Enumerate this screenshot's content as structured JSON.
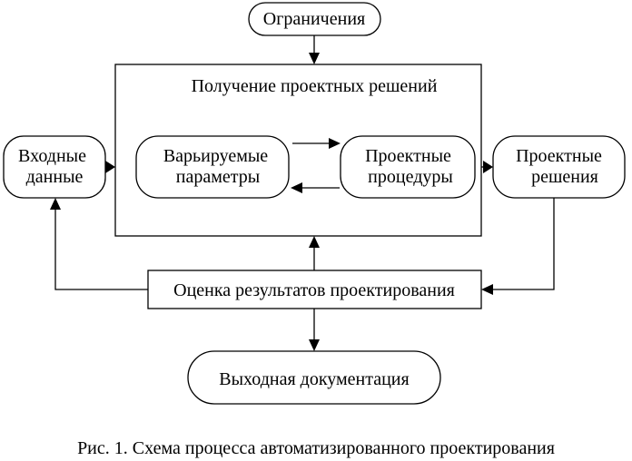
{
  "diagram": {
    "constraints": "Ограничения",
    "main_block_title": "Получение проектных решений",
    "input_data": [
      "Входные",
      "данные"
    ],
    "varied_parameters": [
      "Варьируемые",
      "параметры"
    ],
    "design_procedures": [
      "Проектные",
      "процедуры"
    ],
    "design_decisions": [
      "Проектные",
      "решения"
    ],
    "evaluation": "Оценка результатов проектирования",
    "output_documentation": "Выходная документация"
  },
  "caption": "Рис. 1. Схема процесса автоматизированного проектирования"
}
